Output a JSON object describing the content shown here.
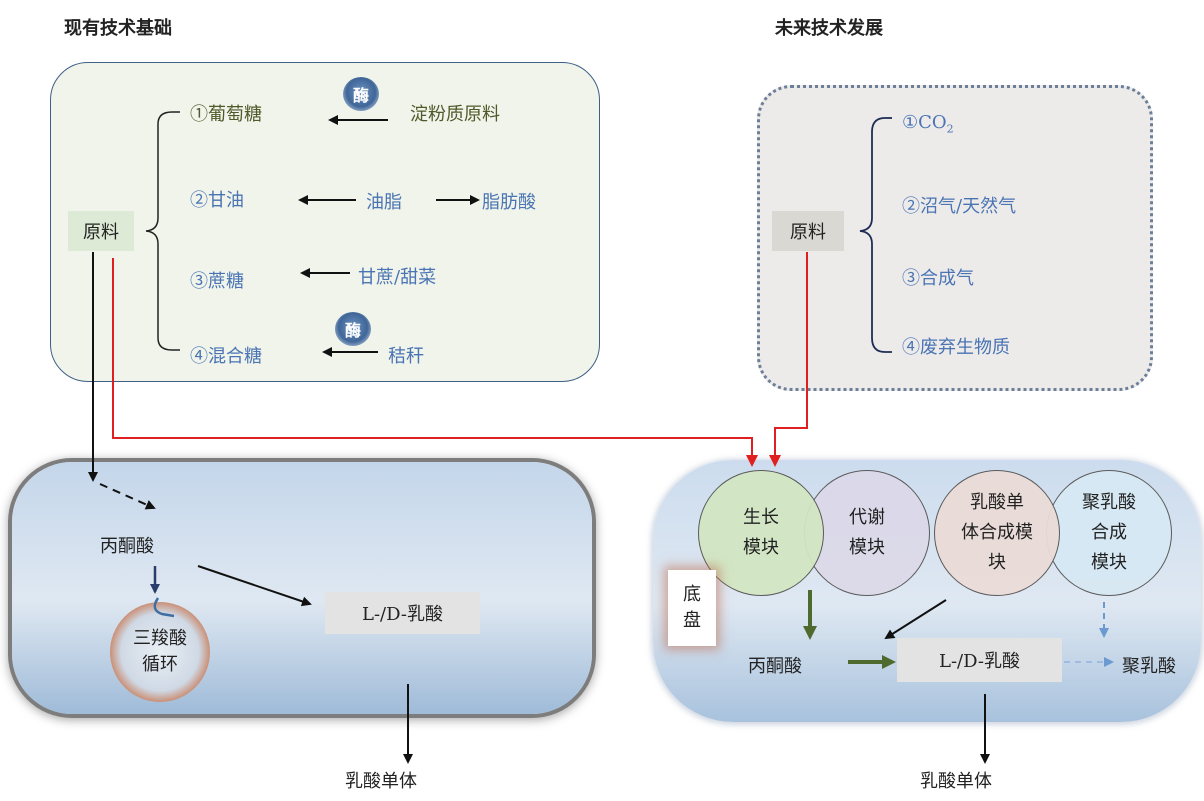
{
  "titles": {
    "left": "现有技术基础",
    "right": "未来技术发展"
  },
  "left_panel": {
    "raw_label": "原料",
    "items": {
      "glucose": "①葡萄糖",
      "glycerol": "②甘油",
      "sucrose": "③蔗糖",
      "mixed_sugar": "④混合糖"
    },
    "sources": {
      "starch": "淀粉质原料",
      "oil": "油脂",
      "fatty_acid": "脂肪酸",
      "sugarcane_beet": "甘蔗/甜菜",
      "straw": "秸秆"
    },
    "enzyme_label": "酶"
  },
  "right_panel": {
    "raw_label": "原料",
    "items": {
      "co2_prefix": "①CO",
      "co2_sub": "2",
      "biogas": "②沼气/天然气",
      "syngas": "③合成气",
      "waste_biomass": "④废弃生物质"
    }
  },
  "left_cell": {
    "pyruvate": "丙酮酸",
    "lactic_acid": "L-/D-乳酸",
    "tca_line1": "三羧酸",
    "tca_line2": "循环",
    "output": "乳酸单体"
  },
  "right_cell": {
    "modules": {
      "growth_l1": "生长",
      "growth_l2": "模块",
      "metabolism_l1": "代谢",
      "metabolism_l2": "模块",
      "monomer_l1": "乳酸单",
      "monomer_l2": "体合成模",
      "monomer_l3": "块",
      "pla_l1": "聚乳酸",
      "pla_l2": "合成",
      "pla_l3": "模块"
    },
    "chassis_l1": "底",
    "chassis_l2": "盘",
    "pyruvate": "丙酮酸",
    "lactic_acid": "L-/D-乳酸",
    "polylactic_acid": "聚乳酸",
    "output": "乳酸单体"
  },
  "colors": {
    "red_flow": "#e02020",
    "blue_text": "#4a74b4",
    "olive_text": "#4e5a2a",
    "green_arrow": "#4f6a2e",
    "dashed_blue": "#6a9ad0",
    "growth_module": "#d2e6c2",
    "metabolism_module": "#dcd8e8",
    "monomer_module": "#eadbd6",
    "pla_module": "#d6e8f2"
  }
}
